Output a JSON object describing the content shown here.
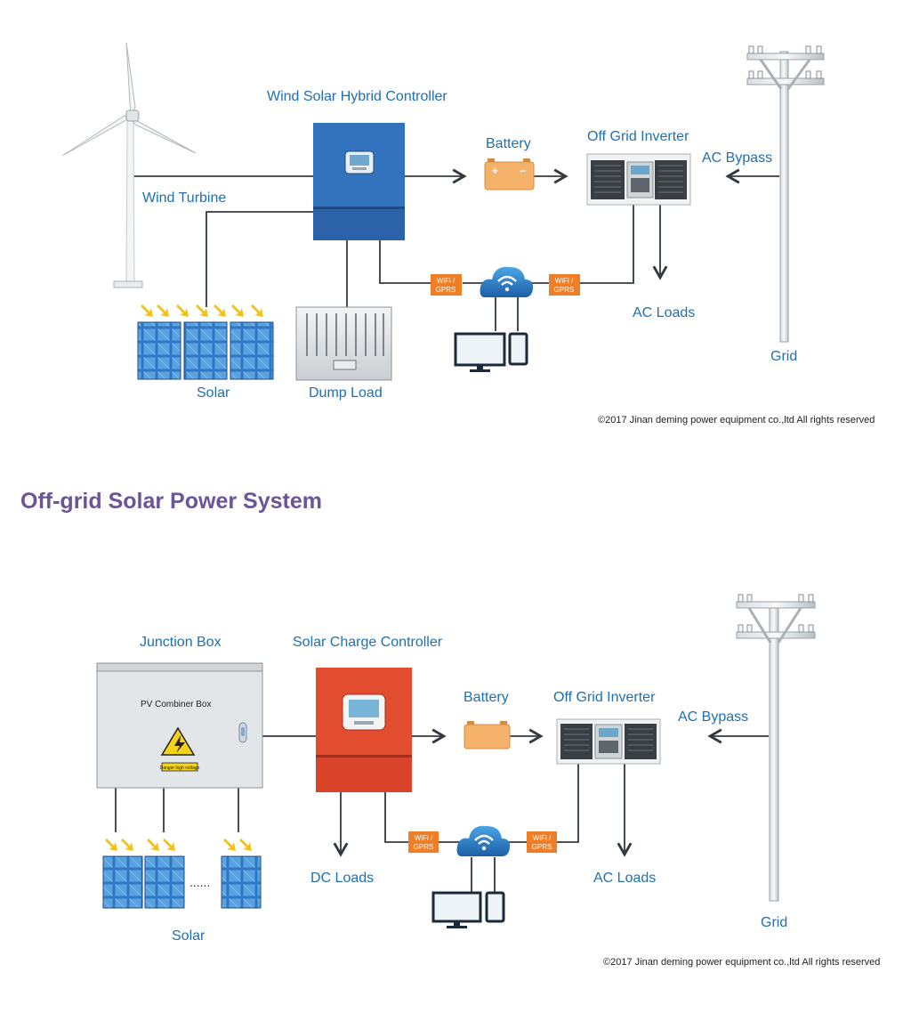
{
  "diagram1": {
    "wind_turbine_label": "Wind Turbine",
    "controller_label": "Wind Solar Hybrid Controller",
    "battery_label": "Battery",
    "inverter_label": "Off Grid Inverter",
    "ac_bypass_label": "AC Bypass",
    "ac_loads_label": "AC Loads",
    "grid_label": "Grid",
    "solar_label": "Solar",
    "dump_load_label": "Dump Load",
    "wifi_tag_line1": "WiFi /",
    "wifi_tag_line2": "GPRS",
    "battery_plus": "+",
    "battery_minus": "−",
    "copyright": "©2017 Jinan deming power equipment co.,ltd All rights reserved"
  },
  "section_title": "Off-grid Solar Power System",
  "diagram2": {
    "junction_box_label": "Junction Box",
    "combiner_box_text": "PV Combiner Box",
    "danger_text": "Danger high voltage",
    "controller_label": "Solar Charge Controller",
    "battery_label": "Battery",
    "inverter_label": "Off Grid Inverter",
    "ac_bypass_label": "AC Bypass",
    "dc_loads_label": "DC Loads",
    "ac_loads_label": "AC Loads",
    "grid_label": "Grid",
    "solar_label": "Solar",
    "ellipsis": "......",
    "wifi_tag_line1": "WiFi /",
    "wifi_tag_line2": "GPRS",
    "copyright": "©2017 Jinan deming power equipment co.,ltd All rights reserved"
  },
  "colors": {
    "panel_bg": "#b3ccd9",
    "label_blue": "#1f6fb2",
    "heading_purple": "#6b5497",
    "hybrid_controller_blue": "#2b62a8",
    "charge_controller_red": "#d9432a",
    "battery_orange": "#f5b26b",
    "wifi_tag_orange": "#ef7e27",
    "wire": "#333a3f"
  }
}
